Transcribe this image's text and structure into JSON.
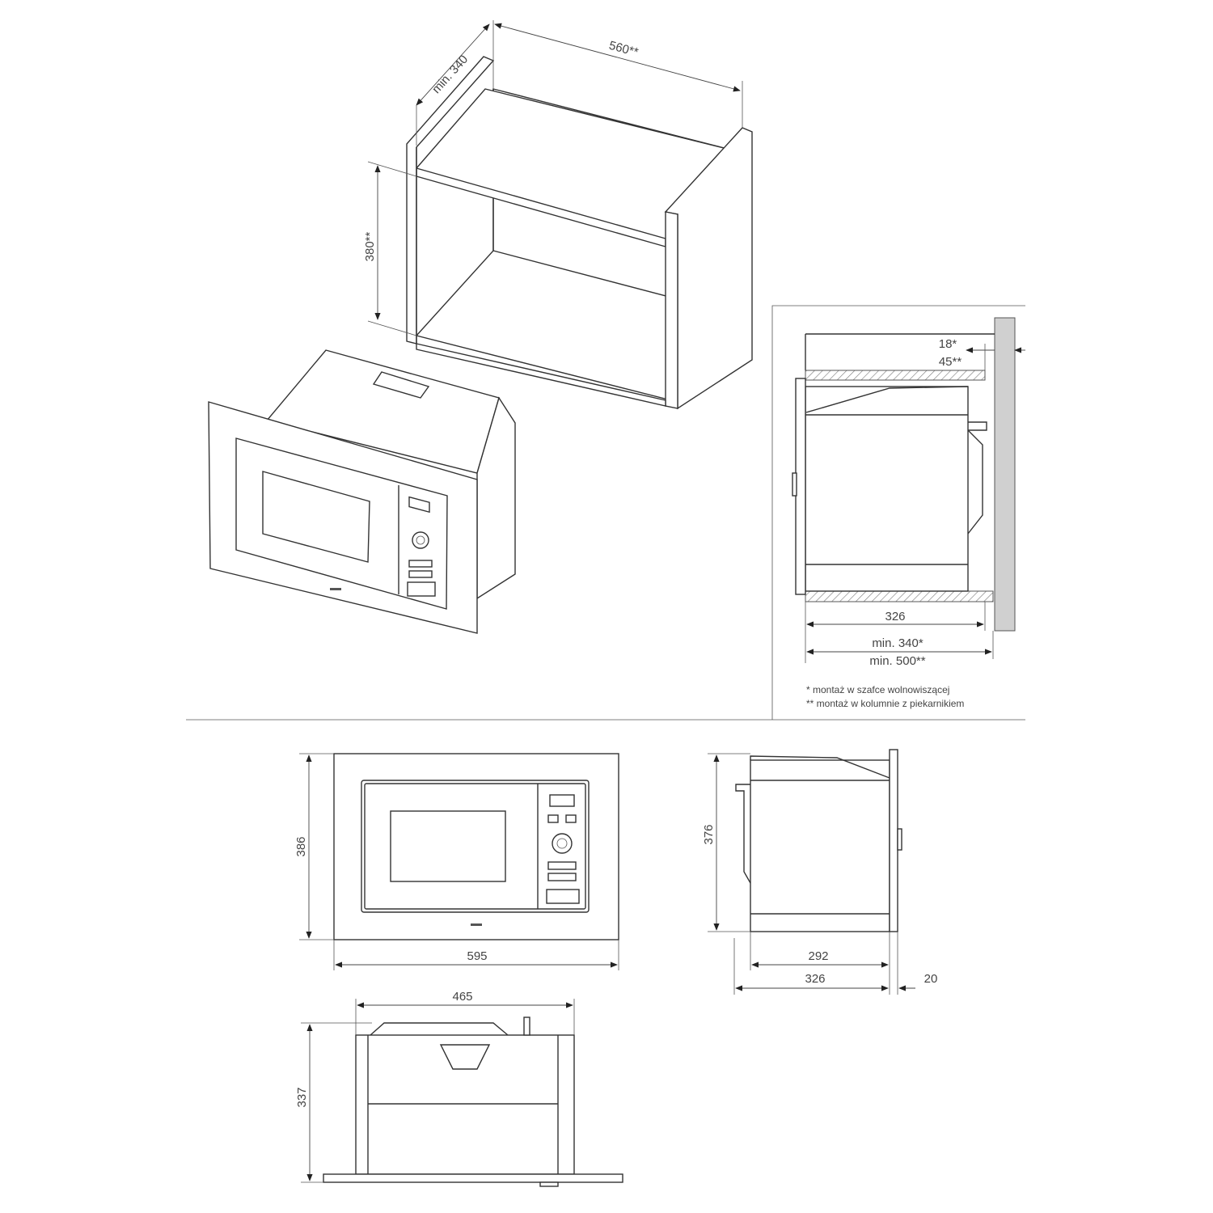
{
  "cabinet": {
    "depth_label": "min. 340",
    "width_label": "560**",
    "height_label": "380**"
  },
  "section": {
    "gap_label_1": "18*",
    "gap_label_2": "45**",
    "depth_label": "326",
    "min_label_1": "min. 340*",
    "min_label_2": "min. 500**",
    "footnote_1": "*   montaż w szafce wolnowiszącej",
    "footnote_2": "** montaż w kolumnie z piekarnikiem"
  },
  "front_view": {
    "height_label": "386",
    "width_label": "595"
  },
  "side_view": {
    "height_label": "376",
    "body_depth_label": "292",
    "total_depth_label": "326",
    "frame_label": "20"
  },
  "top_view": {
    "width_label": "465",
    "depth_label": "337"
  }
}
